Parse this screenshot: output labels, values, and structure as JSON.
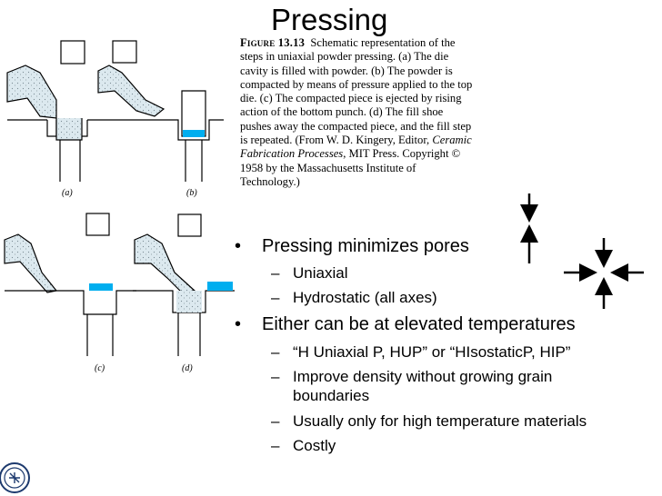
{
  "slide": {
    "title": "Pressing",
    "caption": {
      "fig_label": "Figure 13.13",
      "text_part1": "Schematic representation of the steps in uniaxial powder pressing. (a) The die cavity is filled with powder. (b) The powder is compacted by means of pressure applied to the top die. (c) The compacted piece is ejected by rising action of the bottom punch. (d) The fill shoe pushes away the compacted piece, and the fill step is repeated. (From W. D. Kingery, Editor, ",
      "book_title": "Ceramic Fabrication Processes",
      "text_part2": ", MIT Press. Copyright © 1958 by the Massachusetts Institute of Technology.)"
    },
    "panel_labels": [
      "(a)",
      "(b)",
      "(c)",
      "(d)"
    ],
    "bullets": [
      {
        "text": "Pressing minimizes pores",
        "sub": [
          "Uniaxial",
          "Hydrostatic (all axes)"
        ]
      },
      {
        "text": "Either can be at elevated temperatures",
        "sub": [
          "“H Uniaxial P, HUP” or “HIsostaticP, HIP”",
          "Improve density without growing grain boundaries",
          "Usually only for high temperature materials",
          "Costly"
        ]
      }
    ],
    "bullet_glyph": "•",
    "dash_glyph": "–",
    "colors": {
      "powder": "#dce9ef",
      "compact": "#00aeef",
      "text": "#000000"
    }
  }
}
